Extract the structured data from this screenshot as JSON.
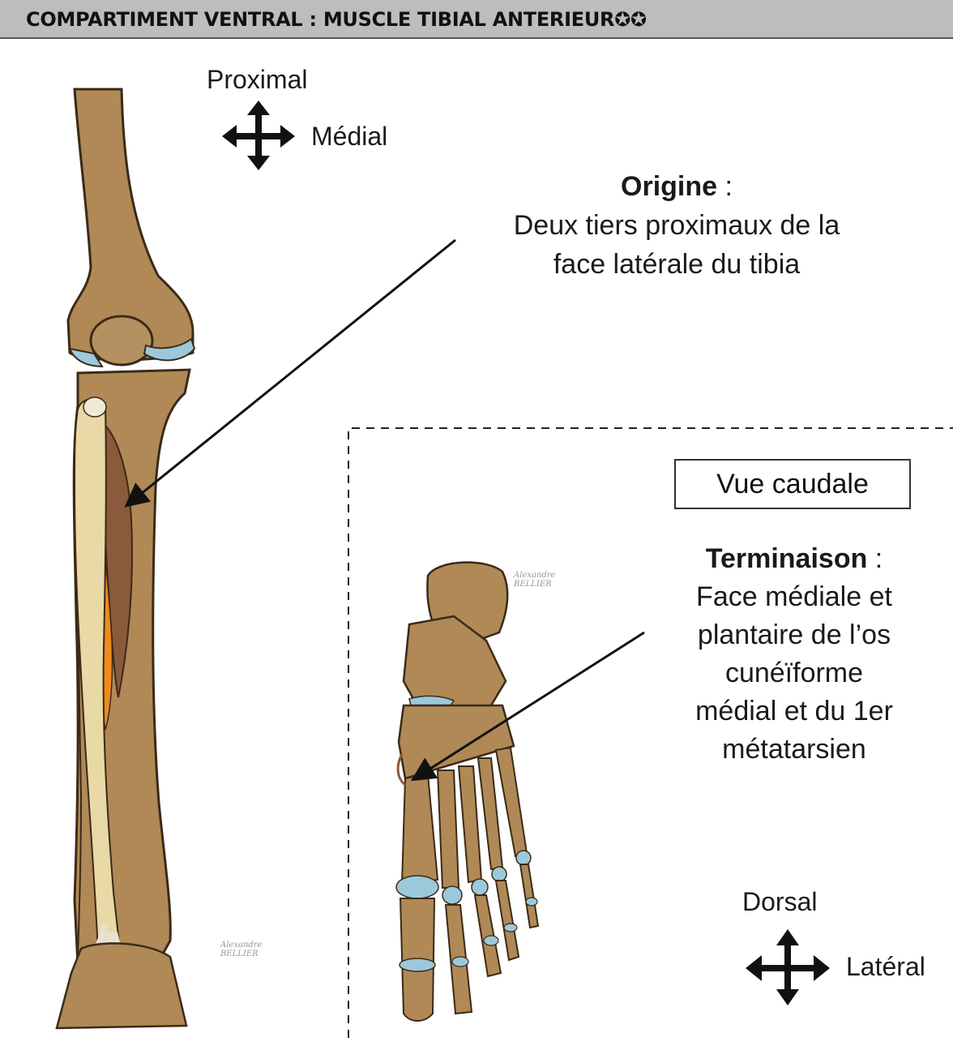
{
  "header": {
    "title": "COMPARTIMENT VENTRAL : MUSCLE TIBIAL ANTERIEUR✪✪"
  },
  "orientation_top": {
    "proximal": "Proximal",
    "medial": "Médial"
  },
  "orientation_bottom": {
    "dorsal": "Dorsal",
    "lateral": "Latéral"
  },
  "origin": {
    "heading": "Origine",
    "colon": " :",
    "line1": "Deux tiers proximaux de la",
    "line2": "face latérale du tibia"
  },
  "insertion": {
    "heading": "Terminaison",
    "colon": " :",
    "line1": "Face médiale et",
    "line2": "plantaire de l’os",
    "line3": "cunéïforme",
    "line4": "médial et du 1er",
    "line5": "métatarsien"
  },
  "view_label": "Vue caudale",
  "signatures": {
    "line1": "Alexandre",
    "line2": "BELLIER"
  },
  "colors": {
    "bone": "#b08957",
    "bone_outline": "#3b2a17",
    "cartilage": "#9cc8dc",
    "tendon": "#e8d9a6",
    "muscle_orange": "#ef8a1e",
    "muscle_brown": "#8a5a3c",
    "green": "#a6d08a",
    "header_bg": "#bdbdbd"
  }
}
